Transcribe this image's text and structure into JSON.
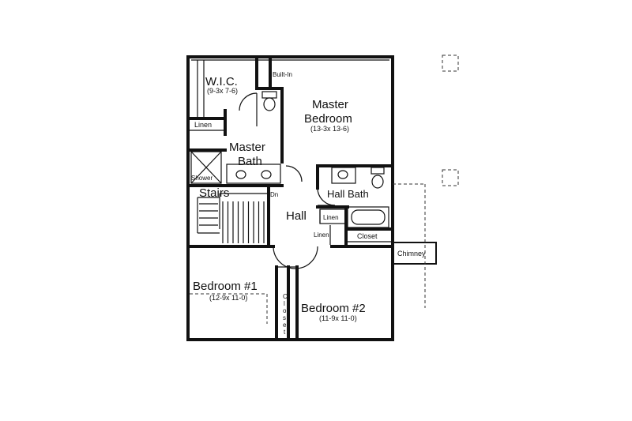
{
  "rooms": {
    "wic": {
      "label": "W.I.C.",
      "dims": "(9-3x 7-6)"
    },
    "built_in": "Built-In",
    "master_bedroom": {
      "line1": "Master",
      "line2": "Bedroom",
      "dims": "(13-3x 13-6)"
    },
    "linen_top": "Linen",
    "master_bath": {
      "line1": "Master",
      "line2": "Bath"
    },
    "shower": "Shower",
    "stairs": "Stairs",
    "dn": "Dn",
    "hall_bath": "Hall Bath",
    "hall": "Hall",
    "linen_hall": "Linen",
    "linen_lower": "Linen",
    "closet_right": "Closet",
    "chimney": "Chimney",
    "bedroom1": {
      "label": "Bedroom #1",
      "dims": "(12-9x 11-0)"
    },
    "bedroom2": {
      "label": "Bedroom #2",
      "dims": "(11-9x 11-0)"
    },
    "closet_vertical": [
      "C",
      "l",
      "o",
      "s",
      "e",
      "t"
    ]
  }
}
